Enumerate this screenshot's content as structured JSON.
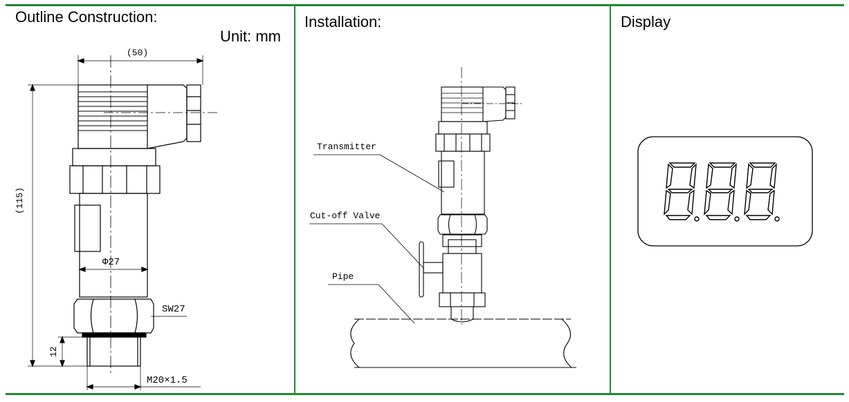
{
  "panels": {
    "outline": {
      "title": "Outline Construction:",
      "unit": "Unit: mm"
    },
    "installation": {
      "title": "Installation:"
    },
    "display": {
      "title": "Display"
    }
  },
  "dimensions": {
    "width": "(50)",
    "height": "(115)",
    "diameter": "Φ27",
    "wrench": "SW27",
    "thread_len": "12",
    "thread": "M20×1.5"
  },
  "installation_labels": {
    "transmitter": "Transmitter",
    "valve": "Cut-off Valve",
    "pipe": "Pipe"
  },
  "colors": {
    "rule": "#1f8a2e",
    "ink": "#000000",
    "display_segments": "#000000"
  }
}
